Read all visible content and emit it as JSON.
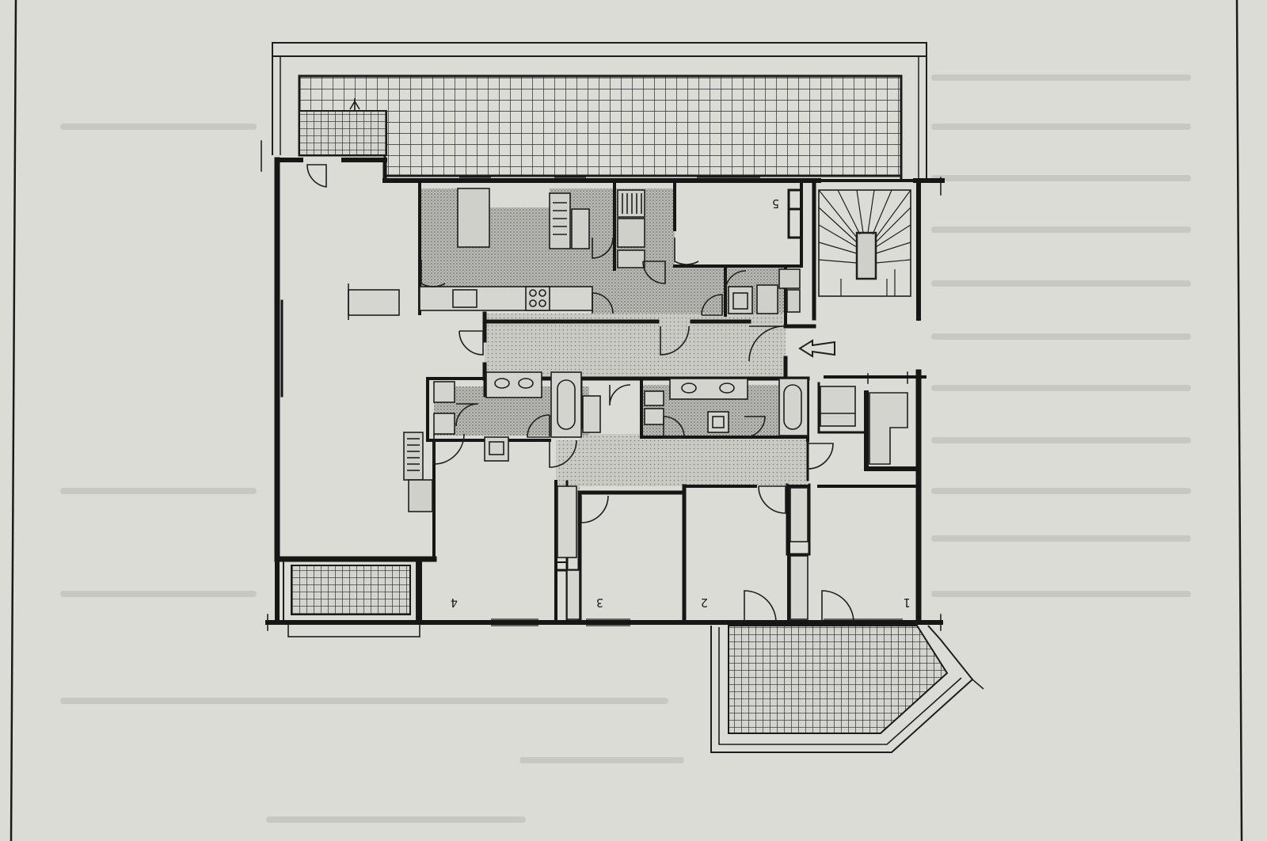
{
  "plan": {
    "colors": {
      "paper": "#dcdcd6",
      "ink": "#1e1e1e",
      "wall": "#161616",
      "hatch": "#a6a6a0",
      "tile_grid": "#2a2a2a"
    },
    "rooms": [
      {
        "id": "room-1",
        "number": "1"
      },
      {
        "id": "room-2",
        "number": "2"
      },
      {
        "id": "room-3",
        "number": "3"
      },
      {
        "id": "room-4",
        "number": "4"
      },
      {
        "id": "room-5",
        "number": "5"
      }
    ],
    "icons": [
      "entrance-arrow-icon",
      "north-arrow-icon"
    ]
  }
}
